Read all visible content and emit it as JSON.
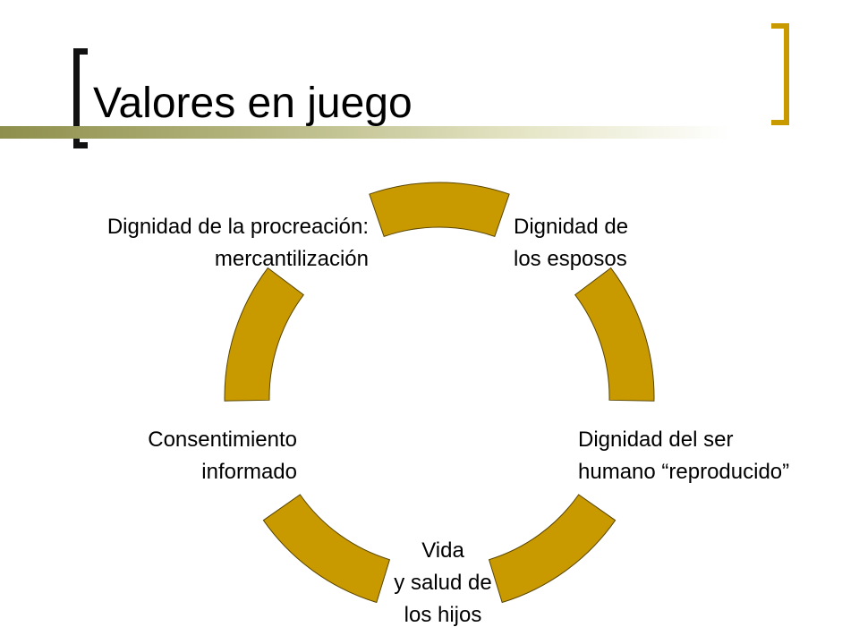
{
  "slide": {
    "title": "Valores en juego"
  },
  "colors": {
    "accent": "#c99a00",
    "segment_fill": "#c99a00",
    "segment_stroke": "#5a4600",
    "bracket_left": "#111111",
    "title_band": "#a8a870"
  },
  "cycle": {
    "items": [
      {
        "label": "Dignidad de\nlos esposos"
      },
      {
        "label": "Dignidad del ser\nhumano “reproducido”"
      },
      {
        "label": "Vida\ny salud de\nlos hijos"
      },
      {
        "label": "Consentimiento\ninformado"
      },
      {
        "label": "Dignidad de la procreación:\nmercantilización"
      }
    ]
  }
}
